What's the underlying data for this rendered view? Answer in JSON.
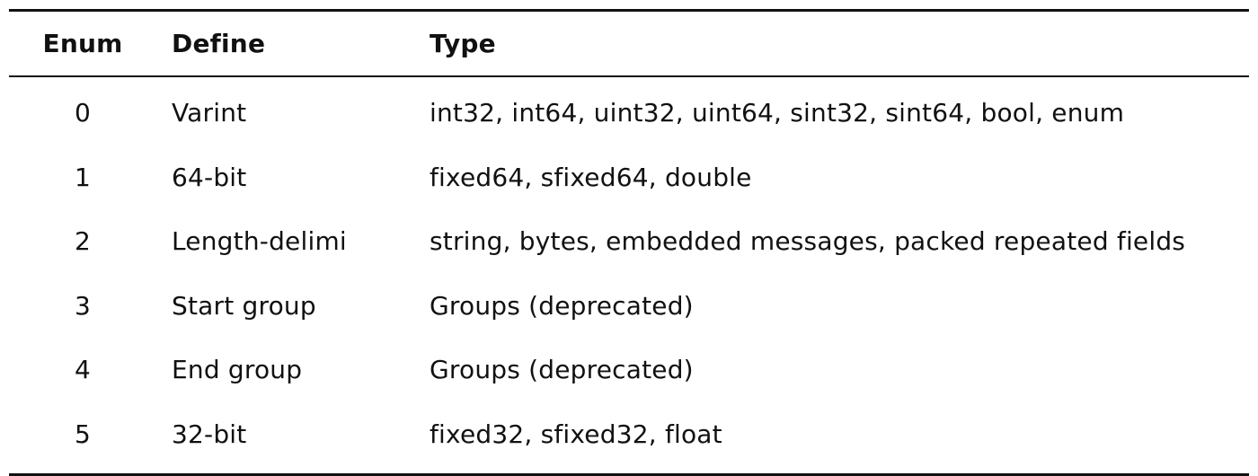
{
  "table": {
    "headers": {
      "enum": "Enum",
      "define": "Define",
      "type": "Type"
    },
    "rows": [
      {
        "enum": "0",
        "define": "Varint",
        "type": "int32, int64, uint32, uint64, sint32, sint64, bool, enum"
      },
      {
        "enum": "1",
        "define": "64-bit",
        "type": "fixed64, sfixed64, double"
      },
      {
        "enum": "2",
        "define": "Length-delimi",
        "type": "string, bytes, embedded messages, packed repeated fields"
      },
      {
        "enum": "3",
        "define": "Start group",
        "type": "Groups (deprecated)"
      },
      {
        "enum": "4",
        "define": "End group",
        "type": "Groups (deprecated)"
      },
      {
        "enum": "5",
        "define": "32-bit",
        "type": "fixed32, sfixed32, float"
      }
    ]
  }
}
